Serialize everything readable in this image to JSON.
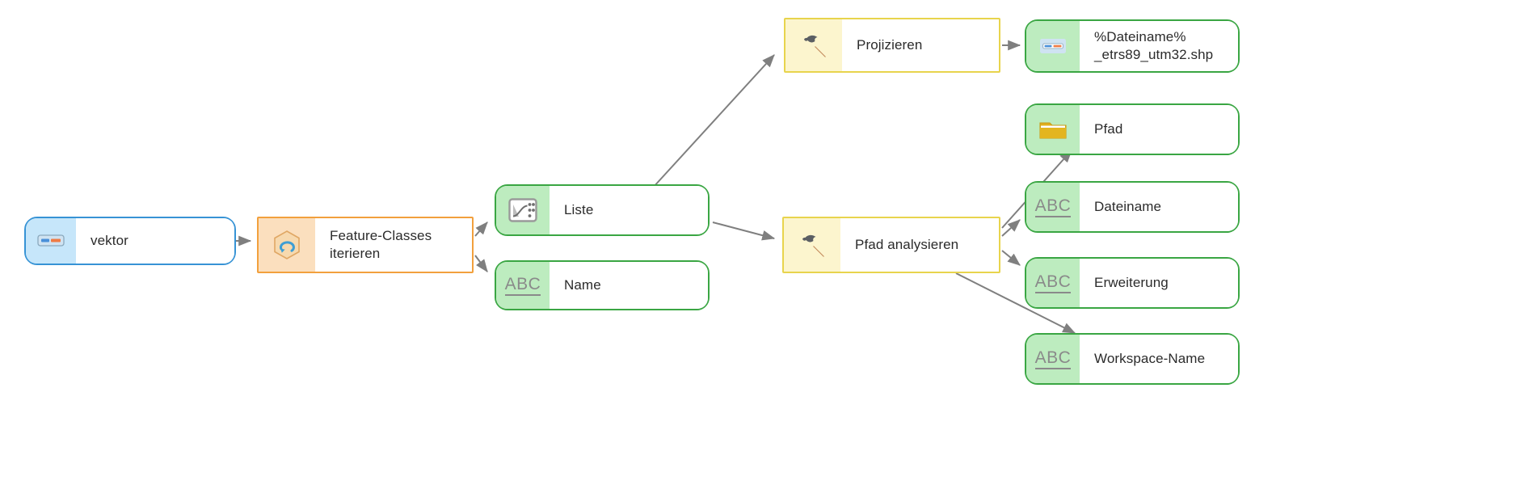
{
  "diagram": {
    "title": "ArcGIS ModelBuilder Modell",
    "type": "model-workflow",
    "background_color": "#ffffff",
    "colors": {
      "variable_border": "#3aa643",
      "variable_fill": "#bdecbf",
      "input_variable_border": "#3793d5",
      "input_variable_fill": "#c6e6fa",
      "tool_border": "#e8d44d",
      "tool_fill": "#fcf5ce",
      "iterator_border": "#f2a03d",
      "iterator_fill": "#fbdfbe",
      "connector": "#7f7f7f",
      "label_text": "#2b2b2b"
    }
  },
  "nodes": {
    "vektor": {
      "label": "vektor",
      "kind": "input-variable",
      "icon": "feature-layer-icon"
    },
    "iterate_feature_classes": {
      "label": "Feature-Classes iterieren",
      "kind": "iterator",
      "icon": "iterator-loop-icon"
    },
    "liste": {
      "label": "Liste",
      "kind": "variable",
      "icon": "multivalue-list-icon"
    },
    "name": {
      "label": "Name",
      "kind": "variable",
      "icon": "abc-string-icon"
    },
    "projizieren": {
      "label": "Projizieren",
      "kind": "tool",
      "icon": "hammer-tool-icon"
    },
    "output_shapefile": {
      "label": "%Dateiname%\n_etrs89_utm32.shp",
      "kind": "variable",
      "icon": "shapefile-icon"
    },
    "pfad_analysieren": {
      "label": "Pfad analysieren",
      "kind": "tool",
      "icon": "hammer-tool-icon"
    },
    "pfad": {
      "label": "Pfad",
      "kind": "variable",
      "icon": "folder-icon"
    },
    "dateiname": {
      "label": "Dateiname",
      "kind": "variable",
      "icon": "abc-string-icon"
    },
    "erweiterung": {
      "label": "Erweiterung",
      "kind": "variable",
      "icon": "abc-string-icon"
    },
    "workspace_name": {
      "label": "Workspace-Name",
      "kind": "variable",
      "icon": "abc-string-icon"
    }
  },
  "connections": [
    {
      "from": "vektor",
      "to": "iterate_feature_classes"
    },
    {
      "from": "iterate_feature_classes",
      "to": "liste"
    },
    {
      "from": "iterate_feature_classes",
      "to": "name"
    },
    {
      "from": "liste",
      "to": "projizieren"
    },
    {
      "from": "liste",
      "to": "pfad_analysieren"
    },
    {
      "from": "projizieren",
      "to": "output_shapefile"
    },
    {
      "from": "pfad_analysieren",
      "to": "pfad"
    },
    {
      "from": "pfad_analysieren",
      "to": "dateiname"
    },
    {
      "from": "pfad_analysieren",
      "to": "erweiterung"
    },
    {
      "from": "pfad_analysieren",
      "to": "workspace_name"
    }
  ]
}
